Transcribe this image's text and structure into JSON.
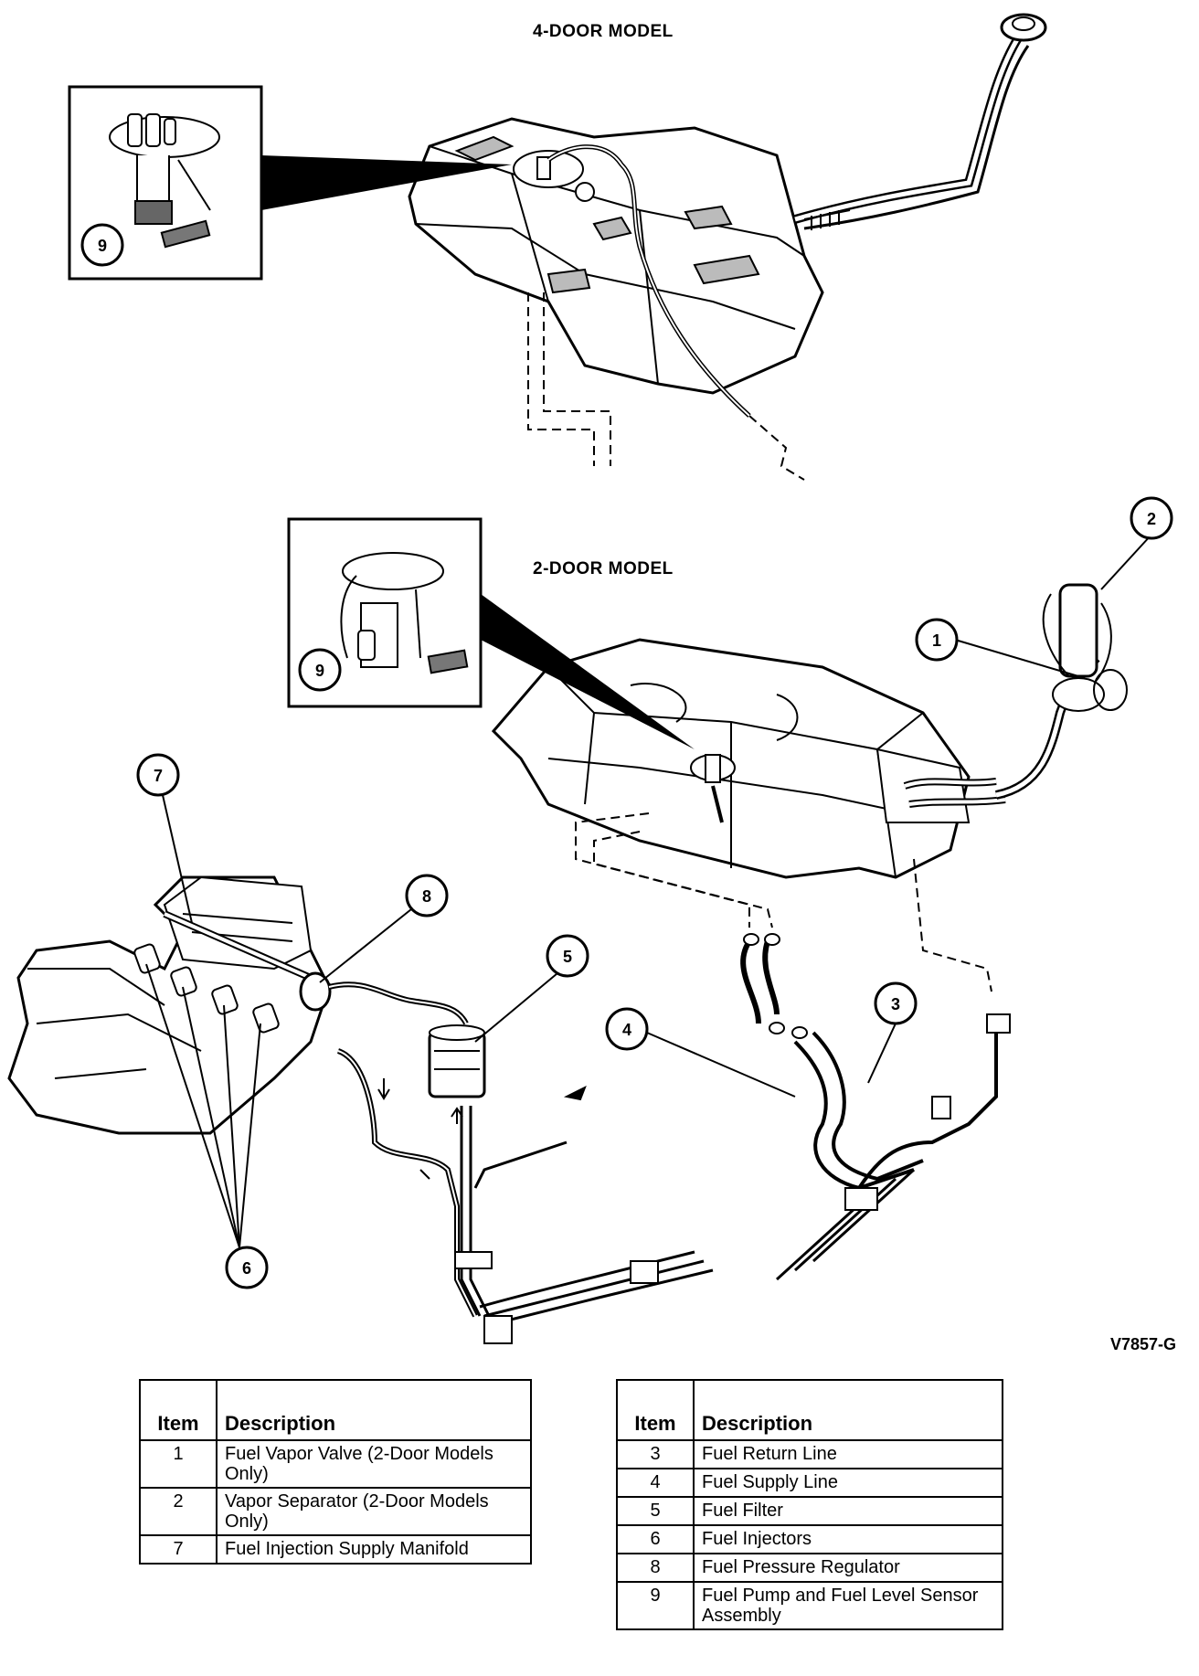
{
  "titles": {
    "four_door": "4-DOOR MODEL",
    "two_door": "2-DOOR MODEL"
  },
  "figure_code": "V7857-G",
  "callouts": [
    "1",
    "2",
    "3",
    "4",
    "5",
    "6",
    "7",
    "8",
    "9",
    "9"
  ],
  "legend_left": {
    "headers": [
      "Item",
      "Description"
    ],
    "rows": [
      {
        "item": "1",
        "description": "Fuel Vapor Valve (2-Door Models Only)"
      },
      {
        "item": "2",
        "description": "Vapor Separator (2-Door Models Only)"
      },
      {
        "item": "7",
        "description": "Fuel Injection Supply Manifold"
      }
    ]
  },
  "legend_right": {
    "headers": [
      "Item",
      "Description"
    ],
    "rows": [
      {
        "item": "3",
        "description": "Fuel Return Line"
      },
      {
        "item": "4",
        "description": "Fuel Supply Line"
      },
      {
        "item": "5",
        "description": "Fuel Filter"
      },
      {
        "item": "6",
        "description": "Fuel Injectors"
      },
      {
        "item": "8",
        "description": "Fuel Pressure Regulator"
      },
      {
        "item": "9",
        "description": "Fuel Pump and Fuel Level Sensor Assembly"
      }
    ]
  }
}
